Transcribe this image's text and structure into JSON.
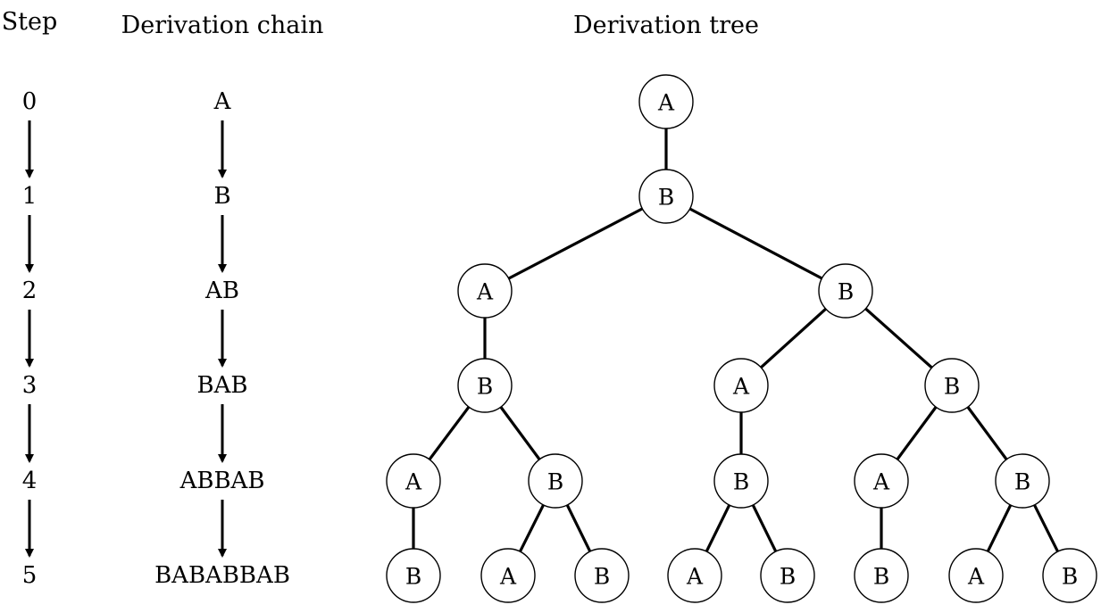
{
  "headers": {
    "step": "Step",
    "chain": "Derivation chain",
    "tree": "Derivation tree"
  },
  "steps": [
    "0",
    "1",
    "2",
    "3",
    "4",
    "5"
  ],
  "chain": [
    "A",
    "B",
    "AB",
    "BAB",
    "ABBAB",
    "BABABBAB"
  ],
  "tree": {
    "levels": [
      [
        "A"
      ],
      [
        "B"
      ],
      [
        "A",
        "B"
      ],
      [
        "B",
        "A",
        "B"
      ],
      [
        "A",
        "B",
        "B",
        "A",
        "B"
      ],
      [
        "B",
        "A",
        "B",
        "A",
        "B",
        "B",
        "A",
        "B"
      ]
    ],
    "edges": [
      [
        0,
        0,
        1,
        0
      ],
      [
        1,
        0,
        2,
        0
      ],
      [
        1,
        0,
        2,
        1
      ],
      [
        2,
        0,
        3,
        0
      ],
      [
        2,
        1,
        3,
        1
      ],
      [
        2,
        1,
        3,
        2
      ],
      [
        3,
        0,
        4,
        0
      ],
      [
        3,
        0,
        4,
        1
      ],
      [
        3,
        1,
        4,
        2
      ],
      [
        3,
        2,
        4,
        3
      ],
      [
        3,
        2,
        4,
        4
      ],
      [
        4,
        0,
        5,
        0
      ],
      [
        4,
        1,
        5,
        1
      ],
      [
        4,
        1,
        5,
        2
      ],
      [
        4,
        2,
        5,
        3
      ],
      [
        4,
        2,
        5,
        4
      ],
      [
        4,
        3,
        5,
        5
      ],
      [
        4,
        4,
        5,
        6
      ],
      [
        4,
        4,
        5,
        7
      ]
    ]
  }
}
